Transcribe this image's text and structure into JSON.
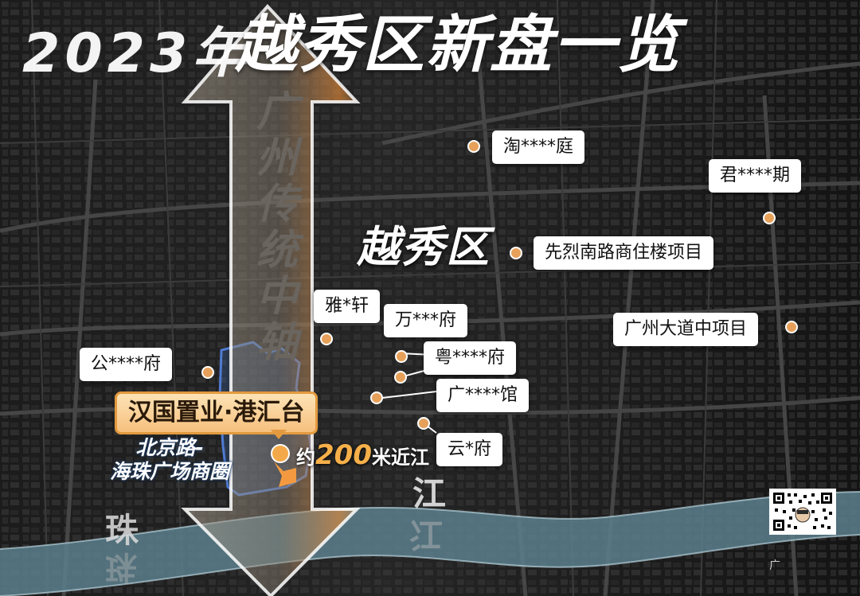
{
  "title": {
    "year_text": "2023年",
    "main_text": "越秀区新盘一览"
  },
  "axis_label": [
    "广",
    "州",
    "传",
    "统",
    "中",
    "轴"
  ],
  "district_label": "越秀区",
  "projects": [
    {
      "name": "淘****庭"
    },
    {
      "name": "君****期"
    },
    {
      "name": "先烈南路商住楼项目"
    },
    {
      "name": "雅*轩"
    },
    {
      "name": "万***府"
    },
    {
      "name": "广州大道中项目"
    },
    {
      "name": "公****府"
    },
    {
      "name": "粤****府"
    },
    {
      "name": "广****馆"
    },
    {
      "name": "云*府"
    }
  ],
  "featured": {
    "name": "汉国置业·港汇台"
  },
  "circle_label": {
    "line1": "北京路-",
    "line2": "海珠广场商圈"
  },
  "distance": {
    "prefix": "约",
    "number": "200",
    "suffix": "米近江"
  },
  "river": {
    "right_char": "江",
    "left_char": "珠"
  },
  "footer_text": "广",
  "colors": {
    "accent": "#f3a94a",
    "river": "#5c7f8c",
    "circle_outline": "#4f7bd2"
  }
}
